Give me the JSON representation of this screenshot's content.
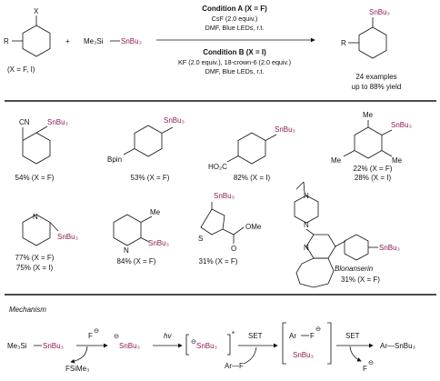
{
  "scheme": {
    "reactant_sub": "X",
    "reactant_r": "R",
    "reactant_note": "(X = F, I)",
    "plus": "+",
    "reagent_tms": "Me₃Si",
    "reagent_sn": "SnBu₃",
    "cond_a_title": "Condition A (X = F)",
    "cond_a_line1": "CsF (2.0 equiv.)",
    "cond_a_line2": "DMF, Blue LEDs, r.t.",
    "cond_b_title": "Condition B (X = I)",
    "cond_b_line1": "KF (2.0 equiv.), 18-crown-6 (2.0 equiv.)",
    "cond_b_line2": "DMF, Blue LEDs, r.t.",
    "product_sn": "SnBu₃",
    "product_r": "R",
    "examples": "24 examples",
    "yield_note": "up to 88% yield"
  },
  "substrates": [
    {
      "sub_label": "CN",
      "sn": "SnBu₃",
      "yield1": "54% (X = F)"
    },
    {
      "sub_label": "Bpin",
      "sn": "SnBu₃",
      "yield1": "53% (X = F)"
    },
    {
      "sub_label": "HO₂C",
      "sn": "SnBu₃",
      "yield1": "82% (X = I)"
    },
    {
      "sub_label": "Me",
      "sub_label2": "Me",
      "sub_label3": "Me",
      "sn": "SnBu₃",
      "yield1": "22% (X = F)",
      "yield2": "28% (X = I)"
    },
    {
      "hetero": "N",
      "sn": "SnBu₃",
      "yield1": "77% (X = F)",
      "yield2": "75% (X = I)"
    },
    {
      "sub_label": "Me",
      "hetero": "N",
      "sn": "SnBu₃",
      "yield1": "84% (X = F)"
    },
    {
      "hetero": "S",
      "sub_label": "OMe",
      "sub_label2": "O",
      "sn": "SnBu₃",
      "yield1": "31% (X = F)"
    },
    {
      "n1": "N",
      "n2": "N",
      "n3": "N",
      "sn": "SnBu₃",
      "name": "Blonanserin",
      "yield1": "31% (X = F)"
    }
  ],
  "mechanism": {
    "title": "Mechanism",
    "tms": "Me₃Si",
    "sn": "SnBu₃",
    "fluoride": "F",
    "minus": "⊖",
    "byproduct": "FSiMe₃",
    "anion_sn": "SnBu₃",
    "hv": "hv",
    "excited_sn": "SnBu₃",
    "star": "*",
    "set1": "SET",
    "arf": "Ar—F",
    "rad_ar": "Ar",
    "rad_f": "F",
    "rad_sn": "SnBu₃",
    "set2": "SET",
    "product": "Ar—SnBu₃",
    "f_out": "F"
  },
  "colors": {
    "tin": "#8b1a55",
    "ink": "#111111"
  }
}
